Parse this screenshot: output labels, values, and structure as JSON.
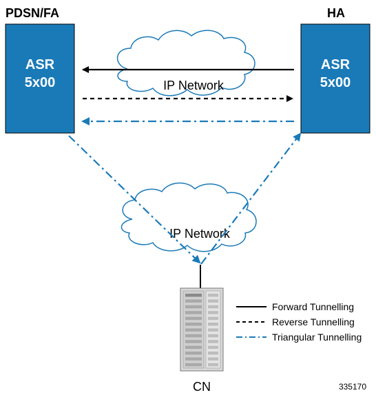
{
  "nodes": {
    "left": {
      "role_label": "PDSN/FA",
      "device_line1": "ASR",
      "device_line2": "5x00"
    },
    "right": {
      "role_label": "HA",
      "device_line1": "ASR",
      "device_line2": "5x00"
    },
    "server": {
      "label": "CN"
    }
  },
  "clouds": {
    "top": {
      "label": "IP Network"
    },
    "bottom": {
      "label": "IP Network"
    }
  },
  "legend": {
    "forward": "Forward Tunnelling",
    "reverse": "Reverse Tunnelling",
    "triangular": "Triangular Tunnelling"
  },
  "figure_id": "335170",
  "colors": {
    "device_fill": "#1a7ab8",
    "device_text": "#ffffff",
    "triangular_line": "#1a7ab8",
    "line": "#000000",
    "cloud_stroke": "#1a7ab8",
    "cloud_fill": "#ffffff"
  }
}
